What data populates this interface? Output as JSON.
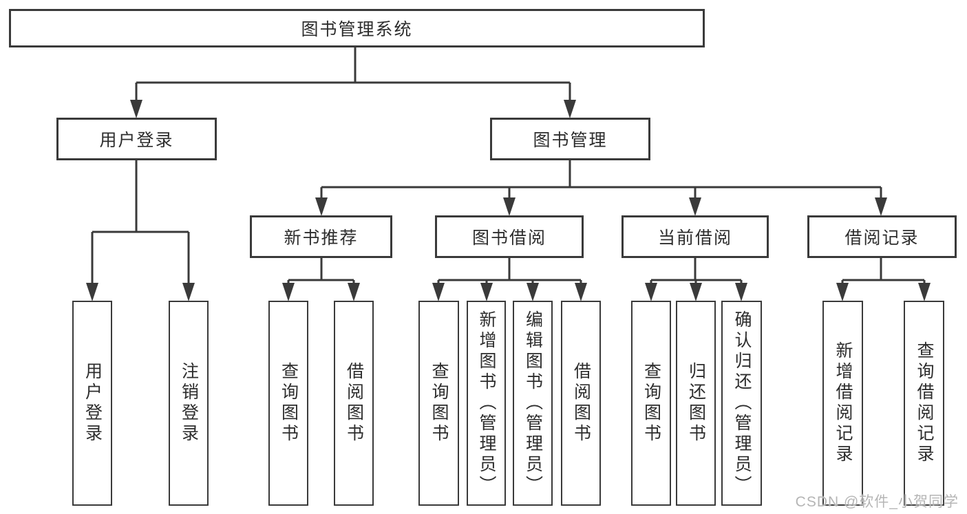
{
  "diagram": {
    "root": {
      "label": "图书管理系统"
    },
    "level2": [
      {
        "id": "user-login",
        "label": "用户登录",
        "parent": "图书管理系统"
      },
      {
        "id": "book-management",
        "label": "图书管理",
        "parent": "图书管理系统"
      }
    ],
    "level3": [
      {
        "id": "new-book-recommend",
        "label": "新书推荐",
        "parent": "图书管理"
      },
      {
        "id": "book-borrow",
        "label": "图书借阅",
        "parent": "图书管理"
      },
      {
        "id": "current-borrow",
        "label": "当前借阅",
        "parent": "图书管理"
      },
      {
        "id": "borrow-records",
        "label": "借阅记录",
        "parent": "图书管理"
      }
    ],
    "leaves": [
      {
        "label": "用户登录",
        "parent": "用户登录"
      },
      {
        "label": "注销登录",
        "parent": "用户登录"
      },
      {
        "label": "查询图书",
        "parent": "新书推荐"
      },
      {
        "label": "借阅图书",
        "parent": "新书推荐"
      },
      {
        "label": "查询图书",
        "parent": "图书借阅"
      },
      {
        "label": "新增图书（管理员）",
        "parent": "图书借阅"
      },
      {
        "label": "编辑图书（管理员）",
        "parent": "图书借阅"
      },
      {
        "label": "借阅图书",
        "parent": "图书借阅"
      },
      {
        "label": "查询图书",
        "parent": "当前借阅"
      },
      {
        "label": "归还图书",
        "parent": "当前借阅"
      },
      {
        "label": "确认归还（管理员）",
        "parent": "当前借阅"
      },
      {
        "label": "新增借阅记录",
        "parent": "借阅记录"
      },
      {
        "label": "查询借阅记录",
        "parent": "借阅记录"
      }
    ]
  },
  "watermark": {
    "text": "CSDN @软件_小贺同学",
    "color": "#b5b5b5"
  },
  "colors": {
    "line": "#3a3a3a",
    "text": "#2d2d2d",
    "background": "#ffffff"
  }
}
